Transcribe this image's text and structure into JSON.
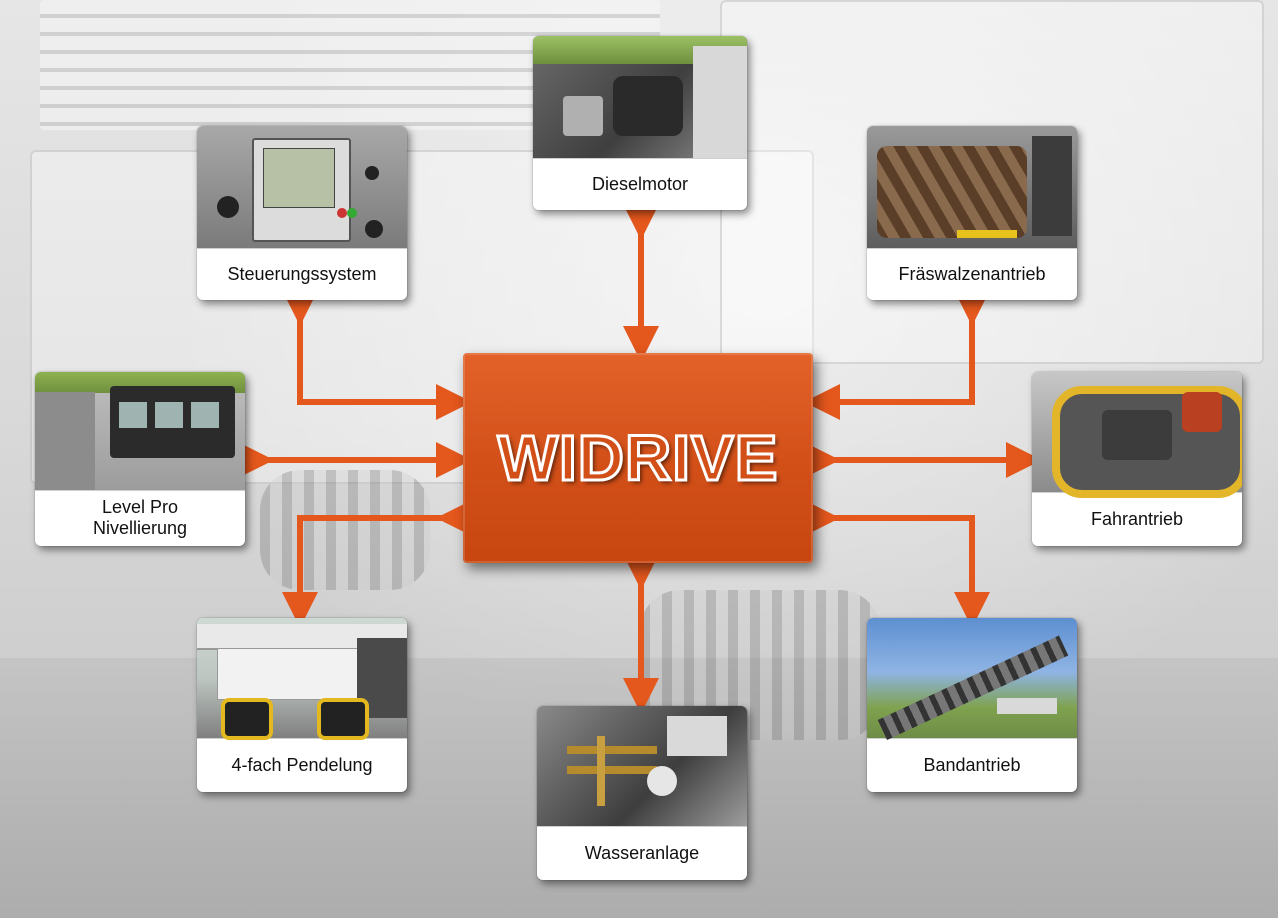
{
  "hub": {
    "title": "WIDRIVE"
  },
  "components": {
    "steuerung": {
      "label": "Steuerungssystem",
      "icon": "control-panel-photo"
    },
    "diesel": {
      "label": "Dieselmotor",
      "icon": "diesel-engine-photo"
    },
    "fraeswalze": {
      "label": "Fräswalzenantrieb",
      "icon": "milling-drum-photo"
    },
    "levelpro": {
      "line1": "Level Pro",
      "line2": "Nivellierung",
      "icon": "level-pro-display-photo"
    },
    "fahrantrieb": {
      "label": "Fahrantrieb",
      "icon": "track-drive-photo"
    },
    "pendelung": {
      "label": "4-fach Pendelung",
      "icon": "machine-oscillation-photo"
    },
    "bandantrieb": {
      "label": "Bandantrieb",
      "icon": "conveyor-belt-photo"
    },
    "wasser": {
      "label": "Wasseranlage",
      "icon": "water-system-photo"
    }
  },
  "colors": {
    "arrow": "#e4571d",
    "hub": "#d24f18",
    "card": "#ffffff",
    "text": "#111111"
  }
}
